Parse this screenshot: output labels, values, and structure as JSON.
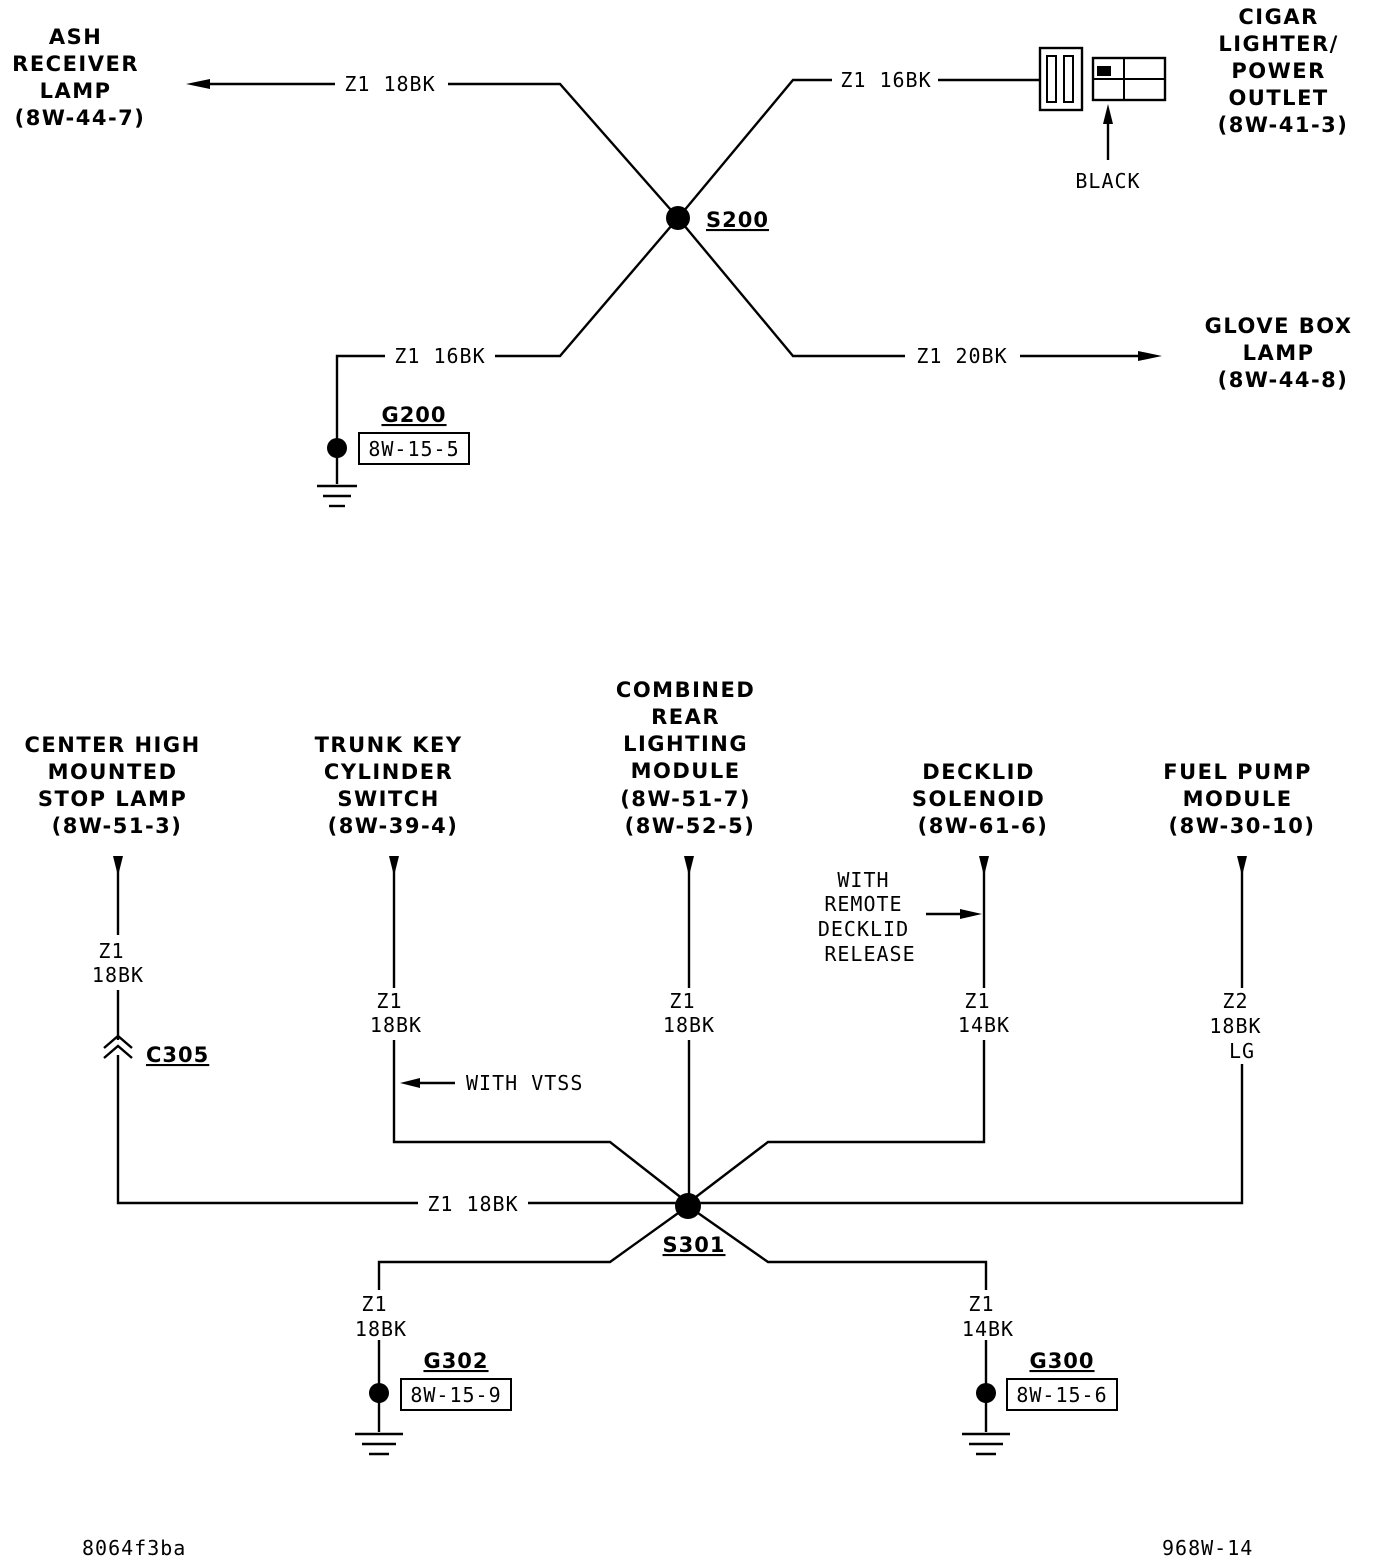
{
  "top": {
    "components": {
      "ash_receiver": [
        "ASH",
        "RECEIVER",
        "LAMP",
        "(8W-44-7)"
      ],
      "cigar_lighter": [
        "CIGAR",
        "LIGHTER/",
        "POWER",
        "OUTLET",
        "(8W-41-3)"
      ],
      "glove_box": [
        "GLOVE BOX",
        "LAMP",
        "(8W-44-8)"
      ]
    },
    "wires": {
      "ash": "Z1 18BK",
      "cigar": "Z1 16BK",
      "ground": "Z1 16BK",
      "glove": "Z1 20BK"
    },
    "connector_color": "BLACK",
    "splice": "S200",
    "ground": {
      "name": "G200",
      "ref": "8W-15-5"
    }
  },
  "bottom": {
    "components": {
      "chmsl": [
        "CENTER HIGH",
        "MOUNTED",
        "STOP LAMP",
        "(8W-51-3)"
      ],
      "trunk_key": [
        "TRUNK KEY",
        "CYLINDER",
        "SWITCH",
        "(8W-39-4)"
      ],
      "crlm": [
        "COMBINED",
        "REAR",
        "LIGHTING",
        "MODULE",
        "(8W-51-7)",
        "(8W-52-5)"
      ],
      "decklid": [
        "DECKLID",
        "SOLENOID",
        "(8W-61-6)"
      ],
      "fuel_pump": [
        "FUEL PUMP",
        "MODULE",
        "(8W-30-10)"
      ]
    },
    "wires": {
      "chmsl_vertical": [
        "Z1",
        "18BK"
      ],
      "chmsl_horizontal": "Z1 18BK",
      "trunk": [
        "Z1",
        "18BK"
      ],
      "crlm": [
        "Z1",
        "18BK"
      ],
      "decklid": [
        "Z1",
        "14BK"
      ],
      "fuel": [
        "Z2",
        "18BK",
        "LG"
      ],
      "g302": [
        "Z1",
        "18BK"
      ],
      "g300": [
        "Z1",
        "14BK"
      ]
    },
    "connector": "C305",
    "notes": {
      "vtss": "WITH VTSS",
      "remote": [
        "WITH",
        "REMOTE",
        "DECKLID",
        "RELEASE"
      ]
    },
    "splice": "S301",
    "grounds": [
      {
        "name": "G302",
        "ref": "8W-15-9"
      },
      {
        "name": "G300",
        "ref": "8W-15-6"
      }
    ]
  },
  "footer": {
    "left": "8064f3ba",
    "right": "968W-14"
  }
}
